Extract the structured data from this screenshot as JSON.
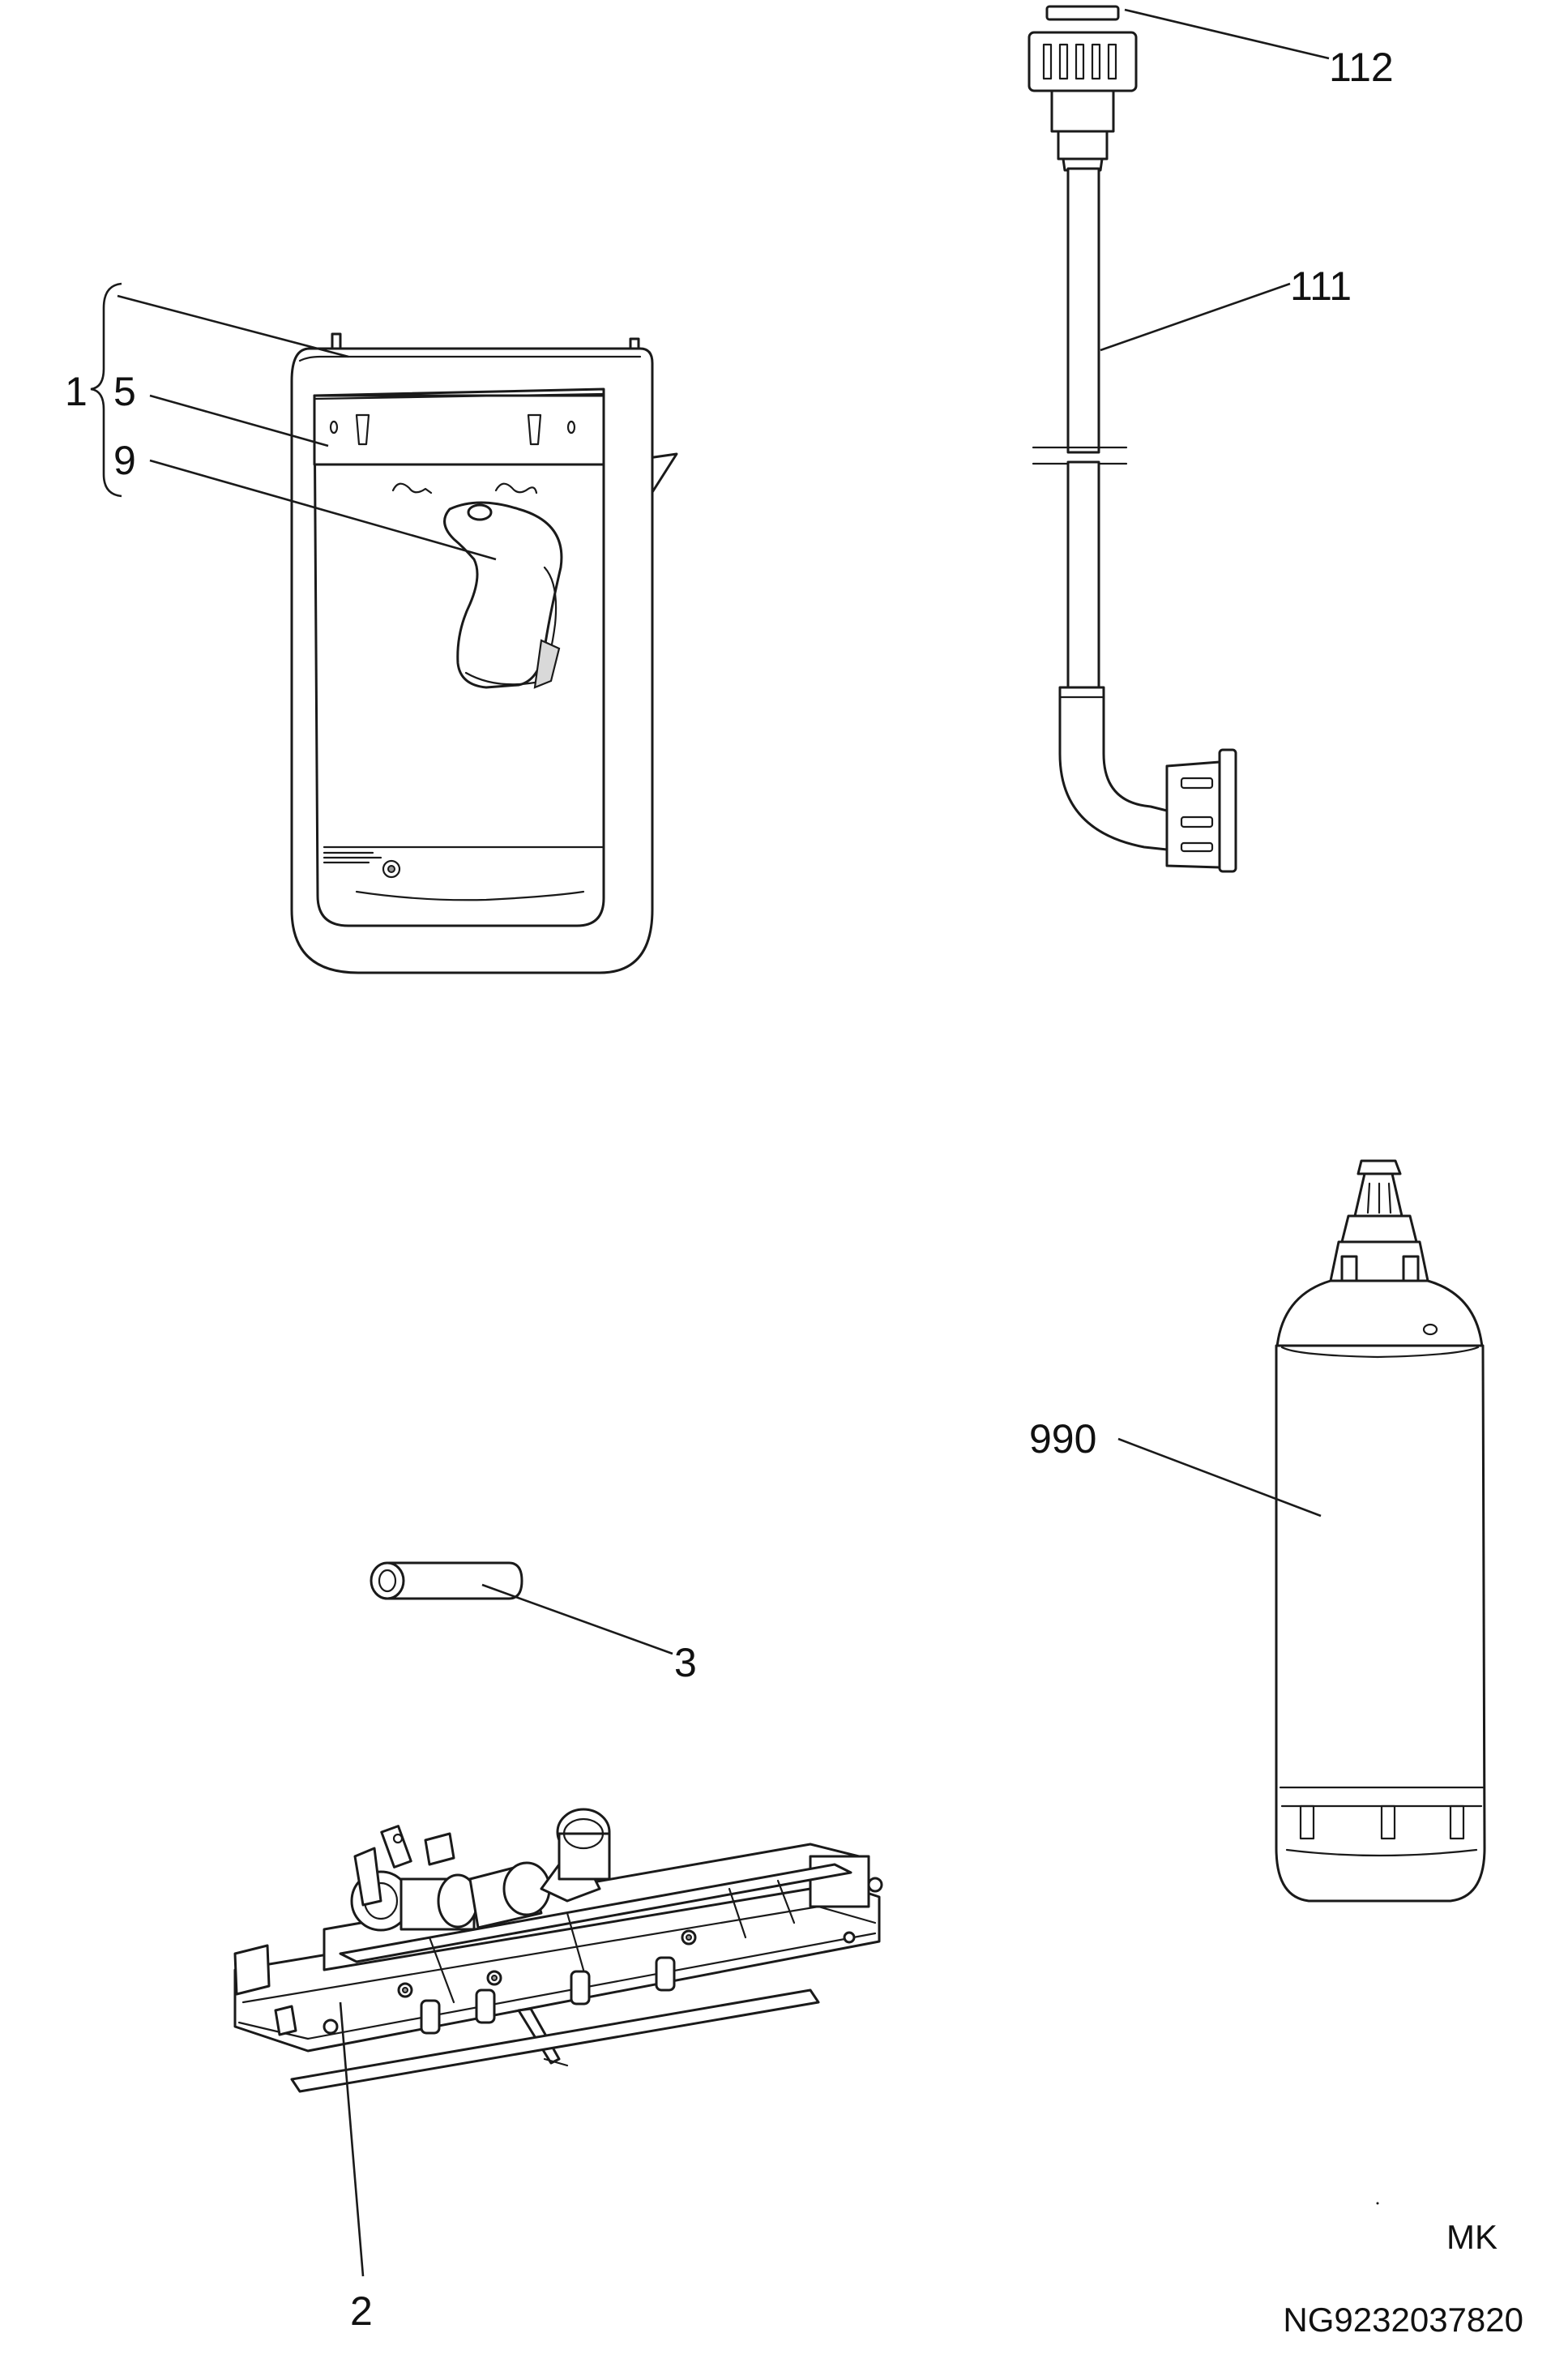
{
  "labels": {
    "part_1": "1",
    "part_2": "2",
    "part_3": "3",
    "part_5": "5",
    "part_9": "9",
    "part_111": "111",
    "part_112": "112",
    "part_990": "990"
  },
  "footer": {
    "code": "MK",
    "drawing_number": "NG9232037820"
  }
}
